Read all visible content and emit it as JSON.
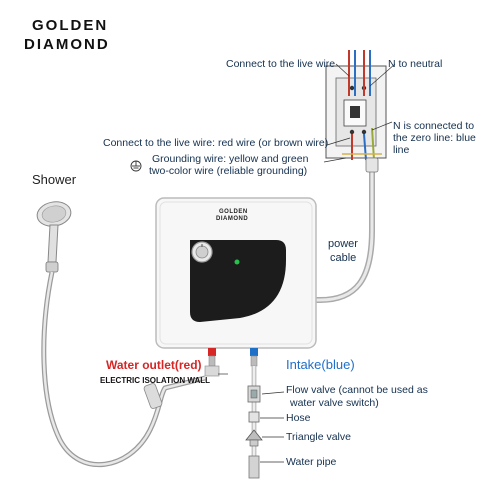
{
  "brand": {
    "line1": "GOLDEN",
    "line2": "DIAMOND"
  },
  "device": {
    "brand_line1": "GOLDEN",
    "brand_line2": "DIAMOND"
  },
  "labels": {
    "live_wire_top": "Connect to the live wire",
    "neutral": "N to neutral",
    "zero_line_1": "N is connected to",
    "zero_line_2": "the zero line: blue",
    "zero_line_3": "line",
    "live_wire_red": "Connect to the live wire: red wire (or brown wire)",
    "grounding_1": "Grounding wire: yellow and green",
    "grounding_2": "two-color wire (reliable grounding)",
    "shower": "Shower",
    "power_cable_1": "power",
    "power_cable_2": "cable",
    "water_outlet": "Water outlet(red)",
    "isolation_wall": "ELECTRIC ISOLATION WALL",
    "intake": "Intake(blue)",
    "flow_valve_1": "Flow valve (cannot be used as",
    "flow_valve_2": "water valve switch)",
    "hose": "Hose",
    "triangle_valve": "Triangle valve",
    "water_pipe": "Water pipe"
  },
  "colors": {
    "text": "#14304f",
    "red": "#d62626",
    "blue": "#1f6fc9",
    "wire_red": "#c0392b",
    "wire_blue": "#2c6fc0",
    "heater_panel": "#1c1c1c",
    "indicator": "#27c24c"
  },
  "icons": [
    "ground-icon",
    "shower-head-icon",
    "switch-box-icon",
    "valve-icon",
    "triangle-valve-icon"
  ]
}
